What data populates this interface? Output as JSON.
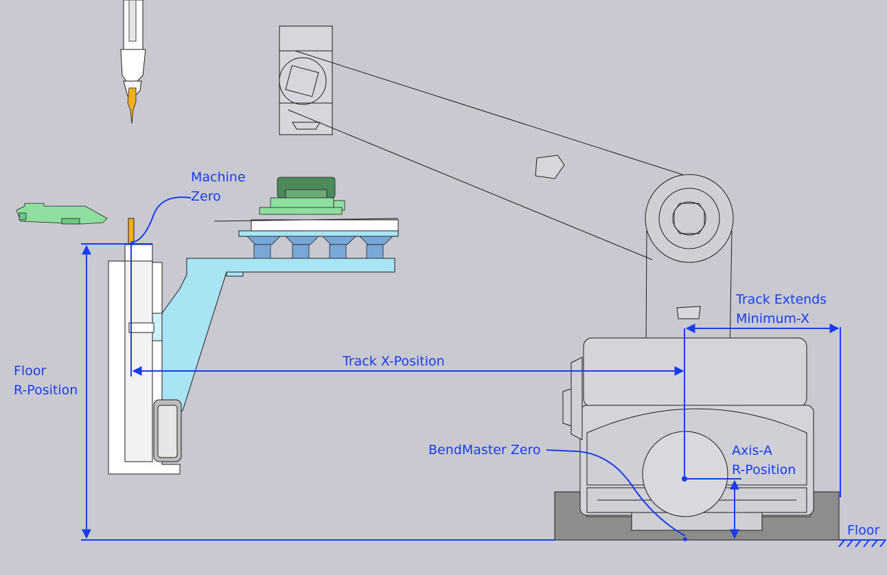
{
  "labels": {
    "machine_zero": [
      "Machine",
      "Zero"
    ],
    "floor_r_position": [
      "Floor",
      "R-Position"
    ],
    "track_x_position": "Track X-Position",
    "track_extends": [
      "Track Extends",
      "Minimum-X"
    ],
    "bendmaster_zero": "BendMaster Zero",
    "axis_a_r_position": [
      "Axis-A",
      "R-Position"
    ],
    "floor": "Floor"
  },
  "colors": {
    "background": "#c9c9d2",
    "annotation": "#1a3cf0",
    "outline": "#1c1c1c",
    "bracket": "#a8e4f4",
    "gripper_green": "#8fe0a0",
    "tool_orange": "#f0b020",
    "base_dark": "#8d8d8d",
    "suction_cup": "#78a8d8"
  }
}
